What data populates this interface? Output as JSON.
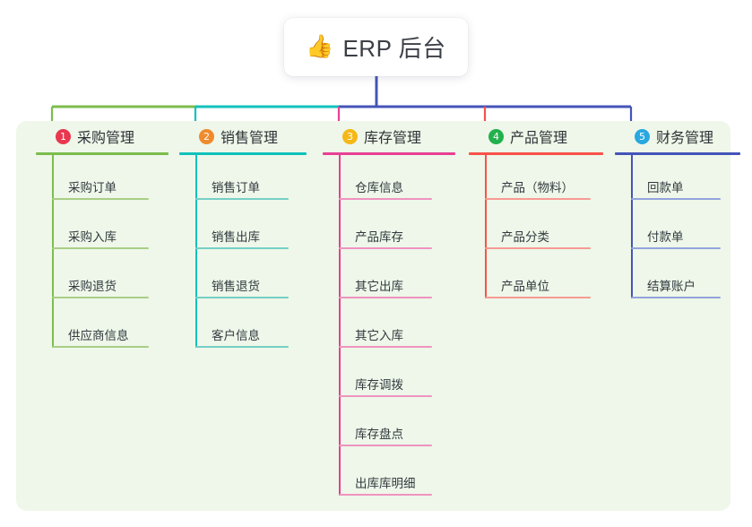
{
  "root": {
    "icon": "thumbs-up-emoji",
    "emoji": "👍",
    "title": "ERP 后台"
  },
  "palette": {
    "panel_bg": "#eef7e9",
    "page_bg": "#ffffff",
    "root_trunk": "#4554b8",
    "title_text": "#3b3f46"
  },
  "columns": [
    {
      "number": "1",
      "title": "采购管理",
      "badge_color": "#e8374f",
      "line_color": "#7cbd4e",
      "leaf_line_color": "#a9ce86",
      "connector_color": "#7cbd4e",
      "items": [
        {
          "label": "采购订单"
        },
        {
          "label": "采购入库"
        },
        {
          "label": "采购退货"
        },
        {
          "label": "供应商信息"
        }
      ]
    },
    {
      "number": "2",
      "title": "销售管理",
      "badge_color": "#f08b2c",
      "line_color": "#11c1bb",
      "leaf_line_color": "#76cfc6",
      "connector_color": "#11c1bb",
      "items": [
        {
          "label": "销售订单"
        },
        {
          "label": "销售出库"
        },
        {
          "label": "销售退货"
        },
        {
          "label": "客户信息"
        }
      ]
    },
    {
      "number": "3",
      "title": "库存管理",
      "badge_color": "#f5b818",
      "line_color": "#e83f93",
      "leaf_line_color": "#ef93c0",
      "connector_color": "#e83f93",
      "items": [
        {
          "label": "仓库信息"
        },
        {
          "label": "产品库存"
        },
        {
          "label": "其它出库"
        },
        {
          "label": "其它入库"
        },
        {
          "label": "库存调拨"
        },
        {
          "label": "库存盘点"
        },
        {
          "label": "出库库明细"
        }
      ]
    },
    {
      "number": "4",
      "title": "产品管理",
      "badge_color": "#22b14c",
      "line_color": "#f9514b",
      "leaf_line_color": "#f79a93",
      "connector_color": "#f9514b",
      "items": [
        {
          "label": "产品（物料）"
        },
        {
          "label": "产品分类"
        },
        {
          "label": "产品单位"
        }
      ]
    },
    {
      "number": "5",
      "title": "财务管理",
      "badge_color": "#29a8e0",
      "line_color": "#4554b8",
      "leaf_line_color": "#93a4dd",
      "connector_color": "#4554b8",
      "items": [
        {
          "label": "回款单"
        },
        {
          "label": "付款单"
        },
        {
          "label": "结算账户"
        }
      ]
    }
  ]
}
